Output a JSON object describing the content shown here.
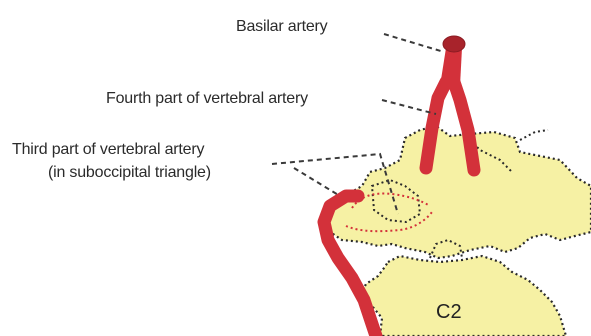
{
  "labels": {
    "basilar": "Basilar artery",
    "fourth": "Fourth part of vertebral artery",
    "third_line1": "Third part of vertebral artery",
    "third_line2": "(in suboccipital triangle)",
    "vertebra": "C2"
  },
  "colors": {
    "bone": "#f6f1a4",
    "artery": "#d3313a",
    "outline": "#2a2a2a",
    "leader": "#3a3a3a",
    "text": "#2b2b2b"
  }
}
